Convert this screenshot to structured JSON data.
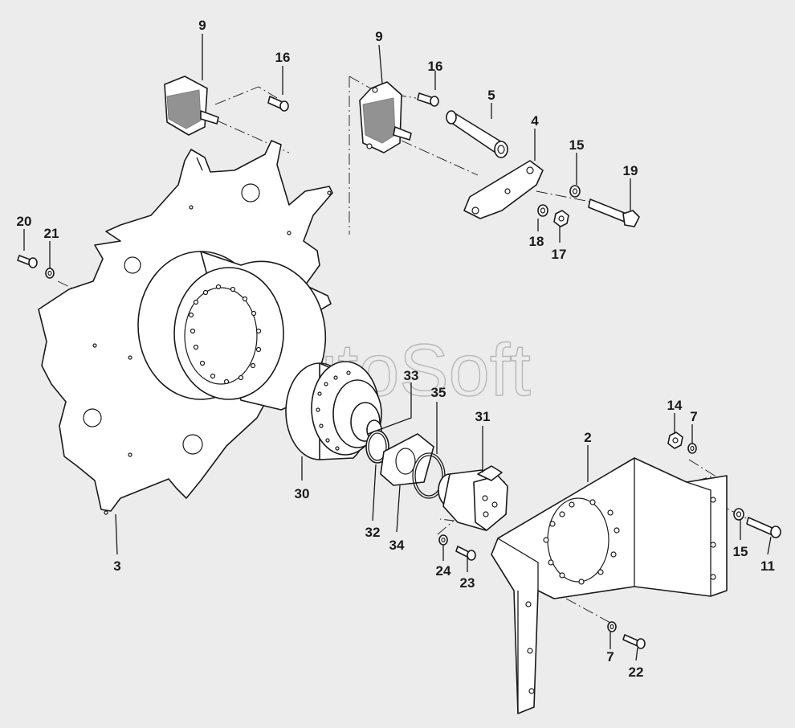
{
  "diagram": {
    "watermark": "AutoSoft",
    "callouts": [
      "9",
      "16",
      "9",
      "16",
      "5",
      "4",
      "15",
      "19",
      "20",
      "21",
      "18",
      "17",
      "33",
      "35",
      "31",
      "2",
      "14",
      "7",
      "30",
      "32",
      "34",
      "3",
      "24",
      "23",
      "15",
      "11",
      "7",
      "22"
    ]
  }
}
